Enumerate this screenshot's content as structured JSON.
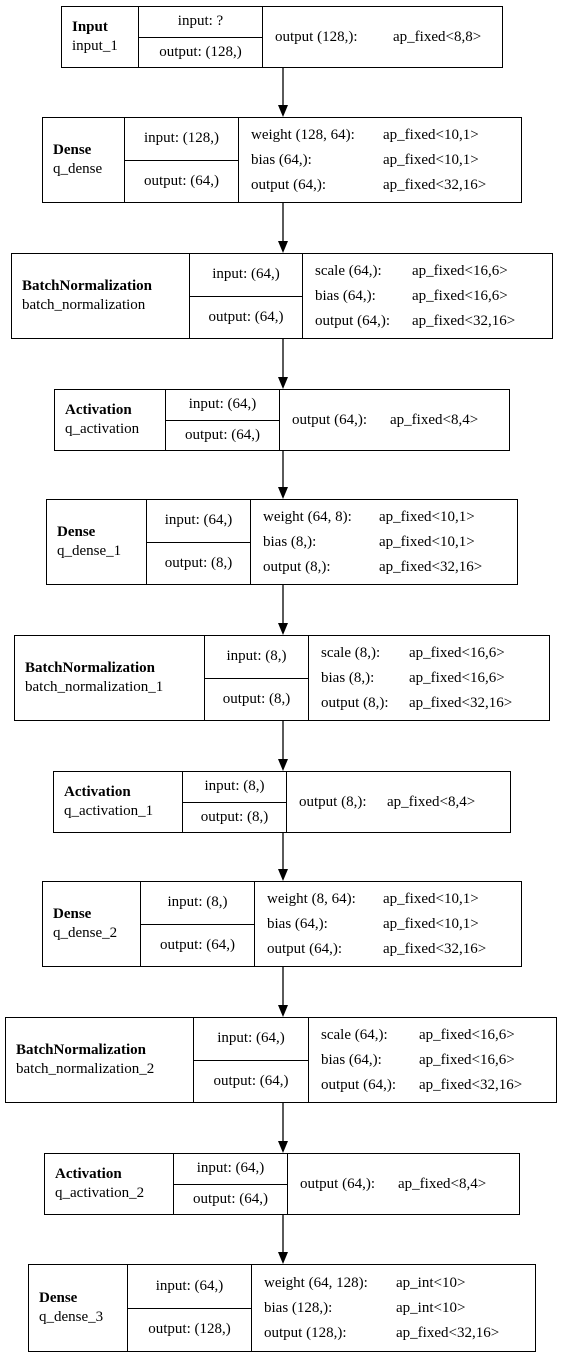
{
  "layers": [
    {
      "type": "Input",
      "name": "input_1",
      "input": "input: ?",
      "output": "output: (128,)",
      "params": [
        {
          "name": "output (128,):",
          "type": "ap_fixed<8,8>"
        }
      ]
    },
    {
      "type": "Dense",
      "name": "q_dense",
      "input": "input: (128,)",
      "output": "output: (64,)",
      "params": [
        {
          "name": "weight (128, 64):",
          "type": "ap_fixed<10,1>"
        },
        {
          "name": "bias (64,):",
          "type": "ap_fixed<10,1>"
        },
        {
          "name": "output (64,):",
          "type": "ap_fixed<32,16>"
        }
      ]
    },
    {
      "type": "BatchNormalization",
      "name": "batch_normalization",
      "input": "input: (64,)",
      "output": "output: (64,)",
      "params": [
        {
          "name": "scale (64,):",
          "type": "ap_fixed<16,6>"
        },
        {
          "name": "bias (64,):",
          "type": "ap_fixed<16,6>"
        },
        {
          "name": "output (64,):",
          "type": "ap_fixed<32,16>"
        }
      ]
    },
    {
      "type": "Activation",
      "name": "q_activation",
      "input": "input: (64,)",
      "output": "output: (64,)",
      "params": [
        {
          "name": "output (64,):",
          "type": "ap_fixed<8,4>"
        }
      ]
    },
    {
      "type": "Dense",
      "name": "q_dense_1",
      "input": "input: (64,)",
      "output": "output: (8,)",
      "params": [
        {
          "name": "weight (64, 8):",
          "type": "ap_fixed<10,1>"
        },
        {
          "name": "bias (8,):",
          "type": "ap_fixed<10,1>"
        },
        {
          "name": "output (8,):",
          "type": "ap_fixed<32,16>"
        }
      ]
    },
    {
      "type": "BatchNormalization",
      "name": "batch_normalization_1",
      "input": "input: (8,)",
      "output": "output: (8,)",
      "params": [
        {
          "name": "scale (8,):",
          "type": "ap_fixed<16,6>"
        },
        {
          "name": "bias (8,):",
          "type": "ap_fixed<16,6>"
        },
        {
          "name": "output (8,):",
          "type": "ap_fixed<32,16>"
        }
      ]
    },
    {
      "type": "Activation",
      "name": "q_activation_1",
      "input": "input: (8,)",
      "output": "output: (8,)",
      "params": [
        {
          "name": "output (8,):",
          "type": "ap_fixed<8,4>"
        }
      ]
    },
    {
      "type": "Dense",
      "name": "q_dense_2",
      "input": "input: (8,)",
      "output": "output: (64,)",
      "params": [
        {
          "name": "weight (8, 64):",
          "type": "ap_fixed<10,1>"
        },
        {
          "name": "bias (64,):",
          "type": "ap_fixed<10,1>"
        },
        {
          "name": "output (64,):",
          "type": "ap_fixed<32,16>"
        }
      ]
    },
    {
      "type": "BatchNormalization",
      "name": "batch_normalization_2",
      "input": "input: (64,)",
      "output": "output: (64,)",
      "params": [
        {
          "name": "scale (64,):",
          "type": "ap_fixed<16,6>"
        },
        {
          "name": "bias (64,):",
          "type": "ap_fixed<16,6>"
        },
        {
          "name": "output (64,):",
          "type": "ap_fixed<32,16>"
        }
      ]
    },
    {
      "type": "Activation",
      "name": "q_activation_2",
      "input": "input: (64,)",
      "output": "output: (64,)",
      "params": [
        {
          "name": "output (64,):",
          "type": "ap_fixed<8,4>"
        }
      ]
    },
    {
      "type": "Dense",
      "name": "q_dense_3",
      "input": "input: (64,)",
      "output": "output: (128,)",
      "params": [
        {
          "name": "weight (64, 128):",
          "type": "ap_int<10>"
        },
        {
          "name": "bias (128,):",
          "type": "ap_int<10>"
        },
        {
          "name": "output (128,):",
          "type": "ap_fixed<32,16>"
        }
      ]
    }
  ]
}
